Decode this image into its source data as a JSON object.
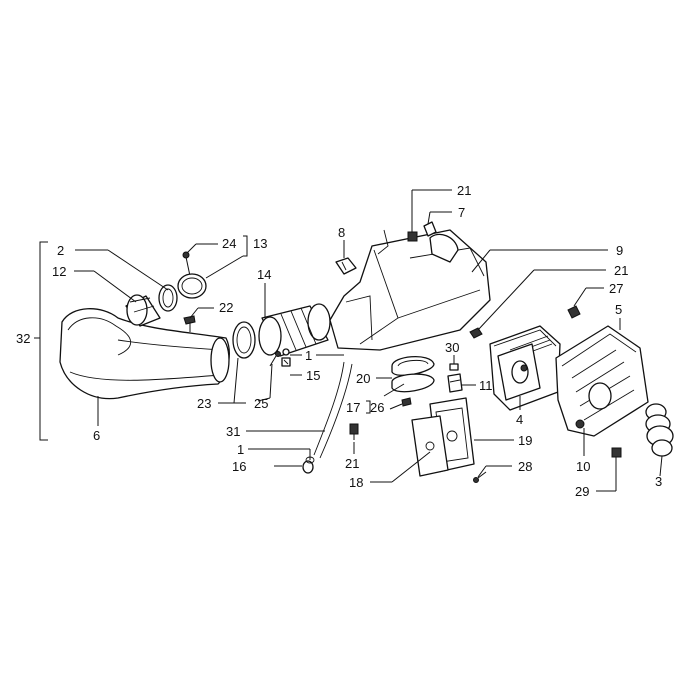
{
  "callouts": [
    {
      "id": "c1a",
      "text": "1"
    },
    {
      "id": "c1b",
      "text": "1"
    },
    {
      "id": "c2",
      "text": "2"
    },
    {
      "id": "c3",
      "text": "3"
    },
    {
      "id": "c4",
      "text": "4"
    },
    {
      "id": "c5",
      "text": "5"
    },
    {
      "id": "c6",
      "text": "6"
    },
    {
      "id": "c7",
      "text": "7"
    },
    {
      "id": "c8",
      "text": "8"
    },
    {
      "id": "c9",
      "text": "9"
    },
    {
      "id": "c10",
      "text": "10"
    },
    {
      "id": "c11",
      "text": "11"
    },
    {
      "id": "c12",
      "text": "12"
    },
    {
      "id": "c13",
      "text": "13"
    },
    {
      "id": "c14",
      "text": "14"
    },
    {
      "id": "c15",
      "text": "15"
    },
    {
      "id": "c16",
      "text": "16"
    },
    {
      "id": "c17",
      "text": "17"
    },
    {
      "id": "c18",
      "text": "18"
    },
    {
      "id": "c19",
      "text": "19"
    },
    {
      "id": "c20",
      "text": "20"
    },
    {
      "id": "c21a",
      "text": "21"
    },
    {
      "id": "c21b",
      "text": "21"
    },
    {
      "id": "c21c",
      "text": "21"
    },
    {
      "id": "c22",
      "text": "22"
    },
    {
      "id": "c23",
      "text": "23"
    },
    {
      "id": "c24",
      "text": "24"
    },
    {
      "id": "c25",
      "text": "25"
    },
    {
      "id": "c26",
      "text": "26"
    },
    {
      "id": "c27",
      "text": "27"
    },
    {
      "id": "c28",
      "text": "28"
    },
    {
      "id": "c29",
      "text": "29"
    },
    {
      "id": "c30",
      "text": "30"
    },
    {
      "id": "c31",
      "text": "31"
    },
    {
      "id": "c32",
      "text": "32"
    }
  ]
}
